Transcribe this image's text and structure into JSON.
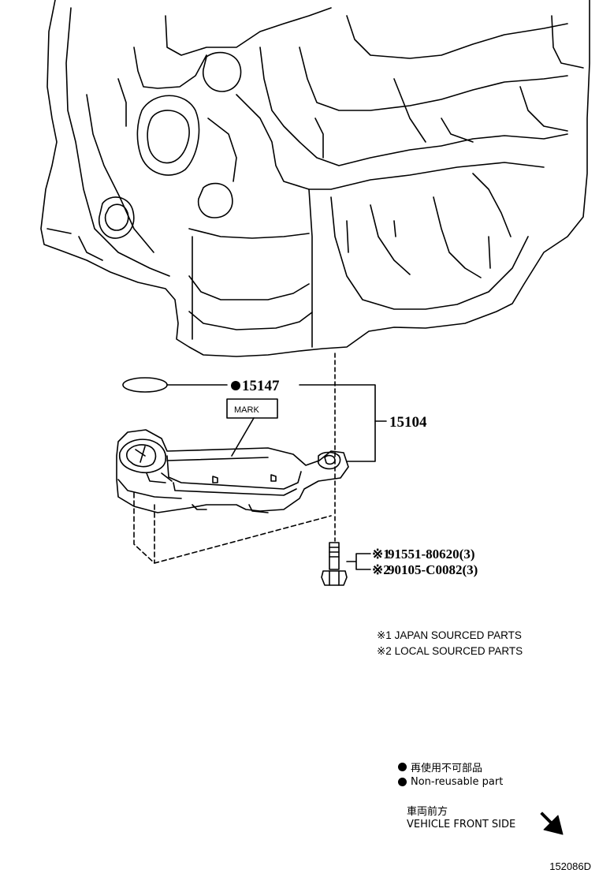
{
  "callouts": {
    "o_ring_part": "15147",
    "strainer_assy": "15104",
    "mark": "MARK"
  },
  "bolt": {
    "line1_ref": "※1",
    "line1_part": "91551-80620(3)",
    "line2_ref": "※2",
    "line2_part": "90105-C0082(3)"
  },
  "notes": {
    "note1": "※1 JAPAN SOURCED PARTS",
    "note2": "※2 LOCAL SOURCED PARTS"
  },
  "legend": {
    "jp": "再使用不可部品",
    "en": "Non-reusable part"
  },
  "front": {
    "jp": "車両前方",
    "en": "VEHICLE FRONT SIDE"
  },
  "figure_id": "152086D",
  "colors": {
    "ink": "#000000",
    "paper": "#ffffff"
  }
}
